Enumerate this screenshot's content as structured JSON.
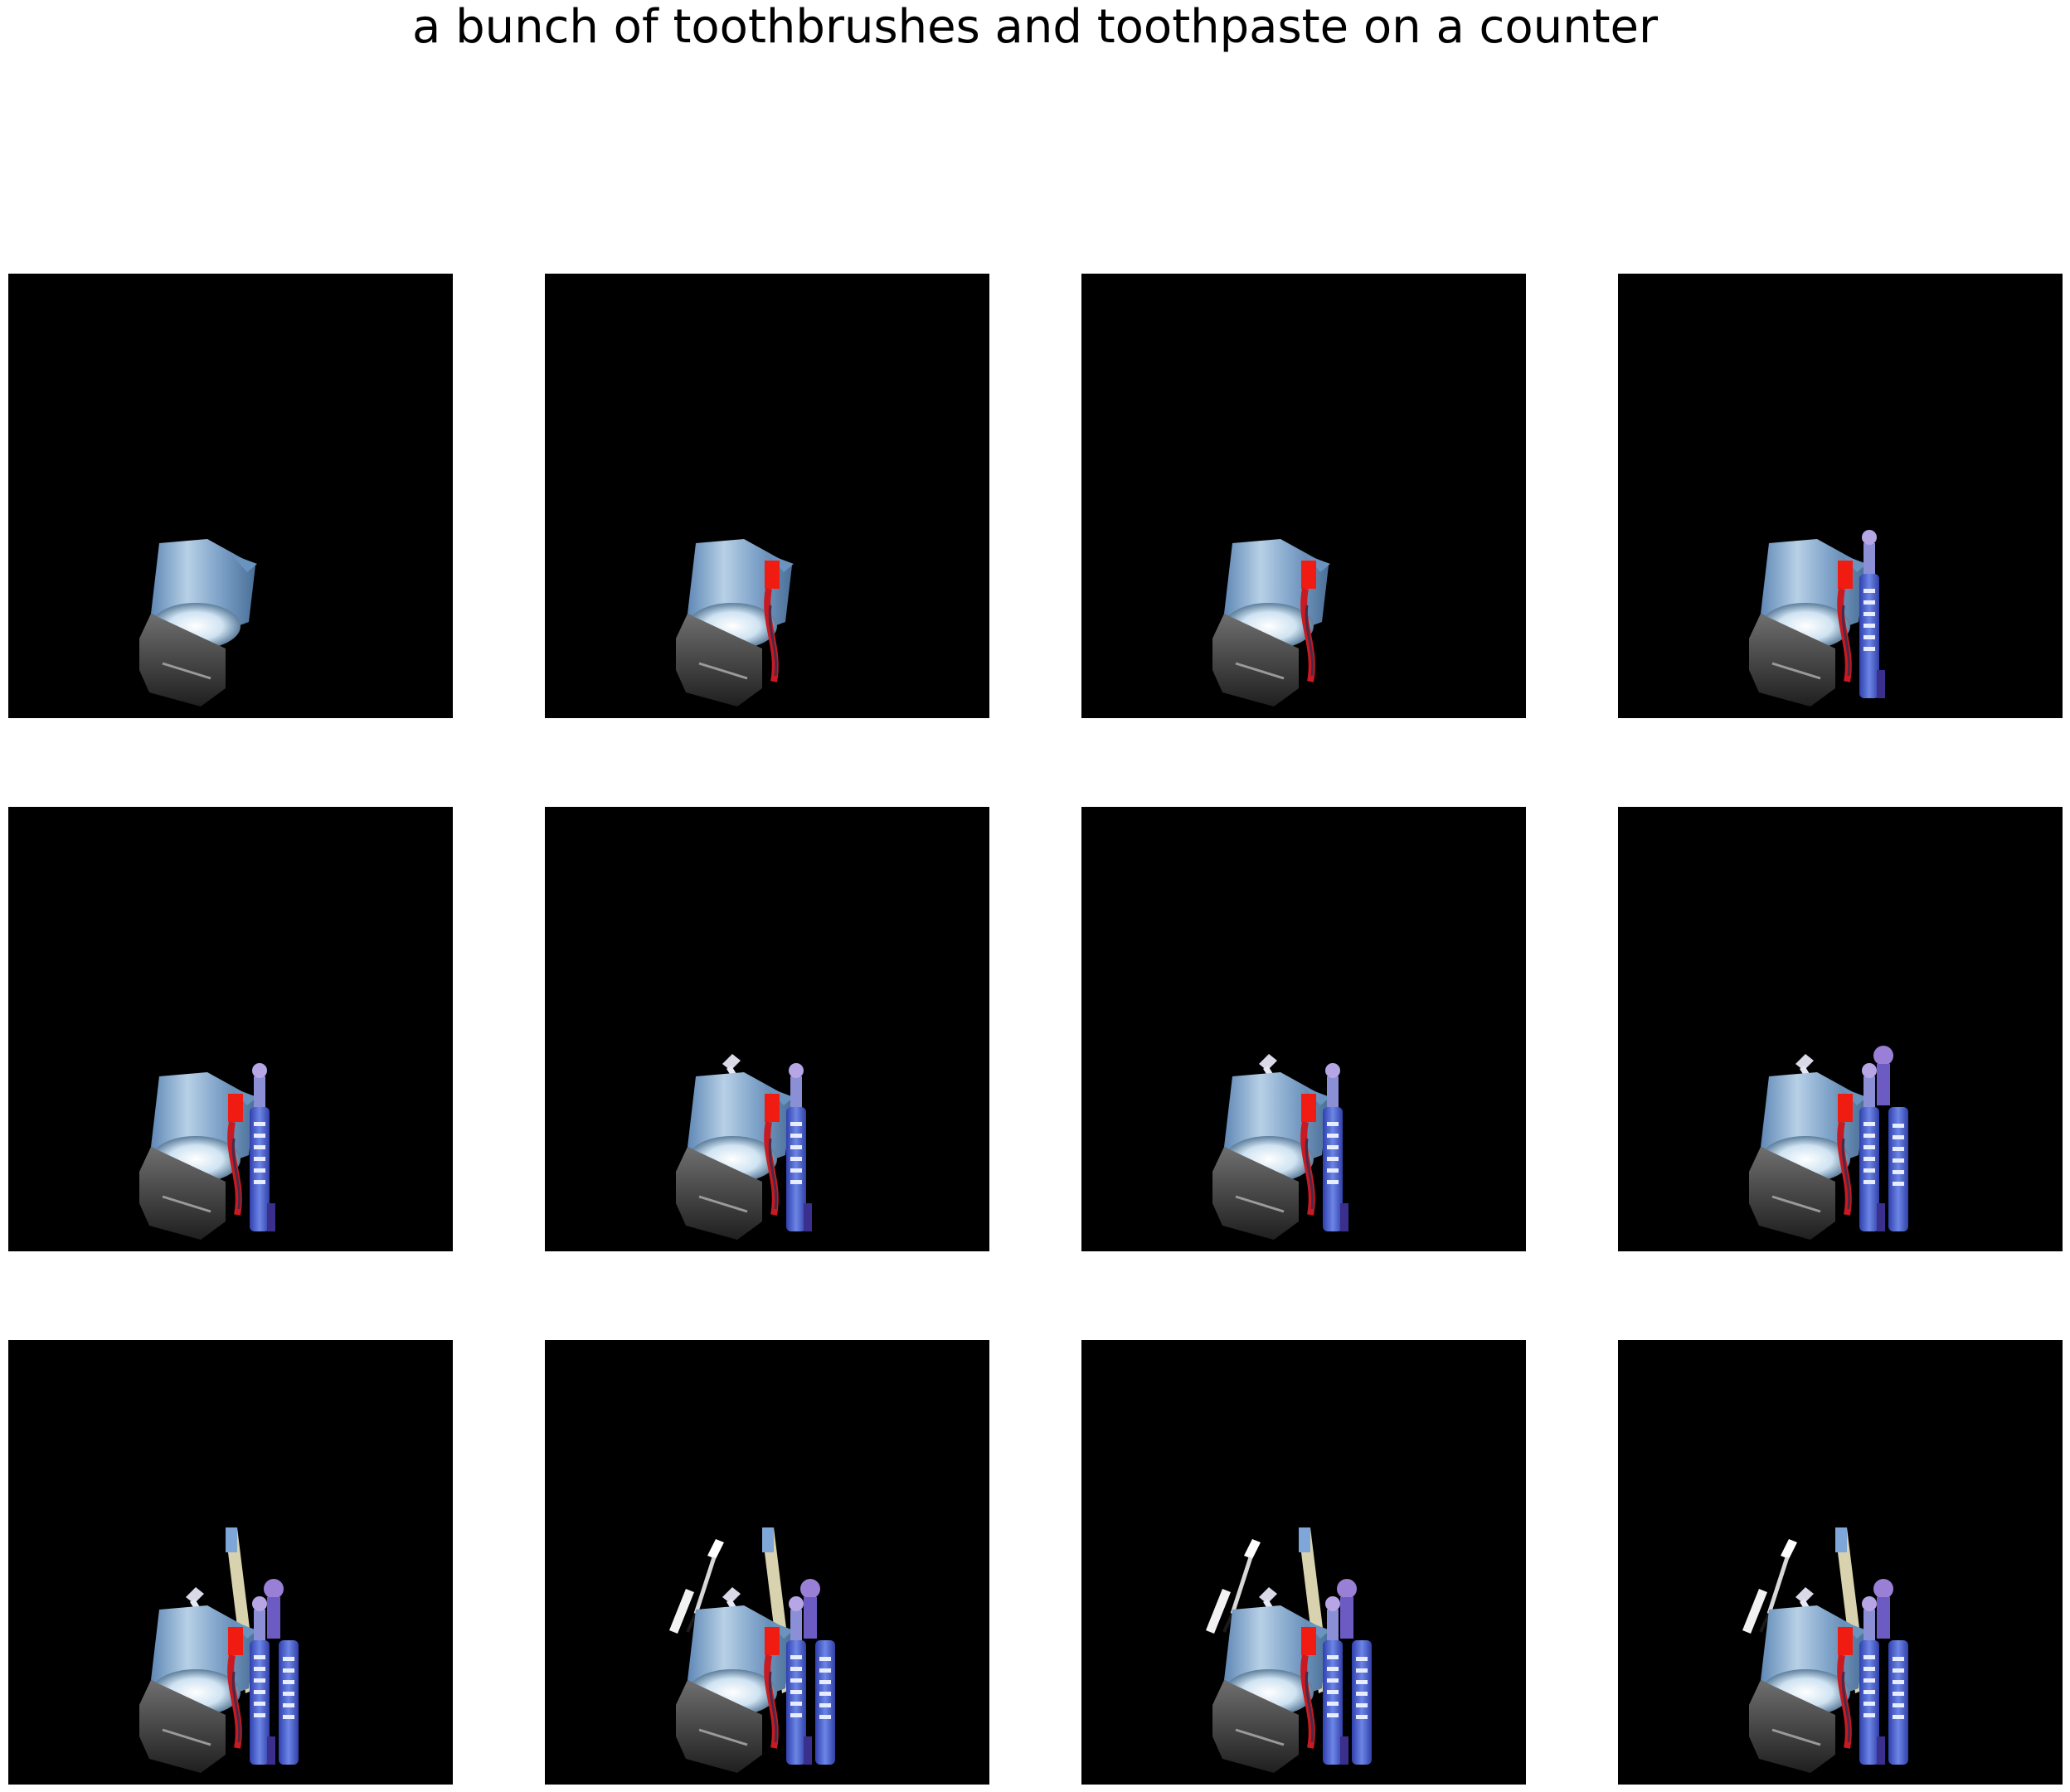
{
  "title": "a bunch of toothbrushes and toothpaste on a counter",
  "colors": {
    "background": "#ffffff",
    "frame_background": "#000000"
  },
  "grid": {
    "rows": 3,
    "columns": 4
  },
  "frames": [
    {
      "index": 1,
      "content": [
        "cup"
      ]
    },
    {
      "index": 2,
      "content": [
        "cup",
        "red-brush"
      ]
    },
    {
      "index": 3,
      "content": [
        "cup",
        "red-brush"
      ]
    },
    {
      "index": 4,
      "content": [
        "cup",
        "red-brush",
        "electric-brush"
      ]
    },
    {
      "index": 5,
      "content": [
        "cup",
        "red-brush",
        "electric-brush"
      ]
    },
    {
      "index": 6,
      "content": [
        "cup",
        "red-brush",
        "electric-brush",
        "small-brush"
      ]
    },
    {
      "index": 7,
      "content": [
        "cup",
        "red-brush",
        "electric-brush",
        "small-brush"
      ]
    },
    {
      "index": 8,
      "content": [
        "cup",
        "red-brush",
        "electric-brush",
        "small-brush",
        "purple-brush"
      ]
    },
    {
      "index": 9,
      "content": [
        "cup",
        "red-brush",
        "electric-brush",
        "small-brush",
        "purple-brush",
        "tan-brush"
      ]
    },
    {
      "index": 10,
      "content": [
        "cup",
        "red-brush",
        "electric-brush",
        "small-brush",
        "purple-brush",
        "tan-brush",
        "white-brush"
      ]
    },
    {
      "index": 11,
      "content": [
        "cup",
        "red-brush",
        "electric-brush",
        "small-brush",
        "purple-brush",
        "tan-brush",
        "white-brush"
      ]
    },
    {
      "index": 12,
      "content": [
        "cup",
        "red-brush",
        "electric-brush",
        "small-brush",
        "purple-brush",
        "tan-brush",
        "white-brush"
      ]
    }
  ]
}
